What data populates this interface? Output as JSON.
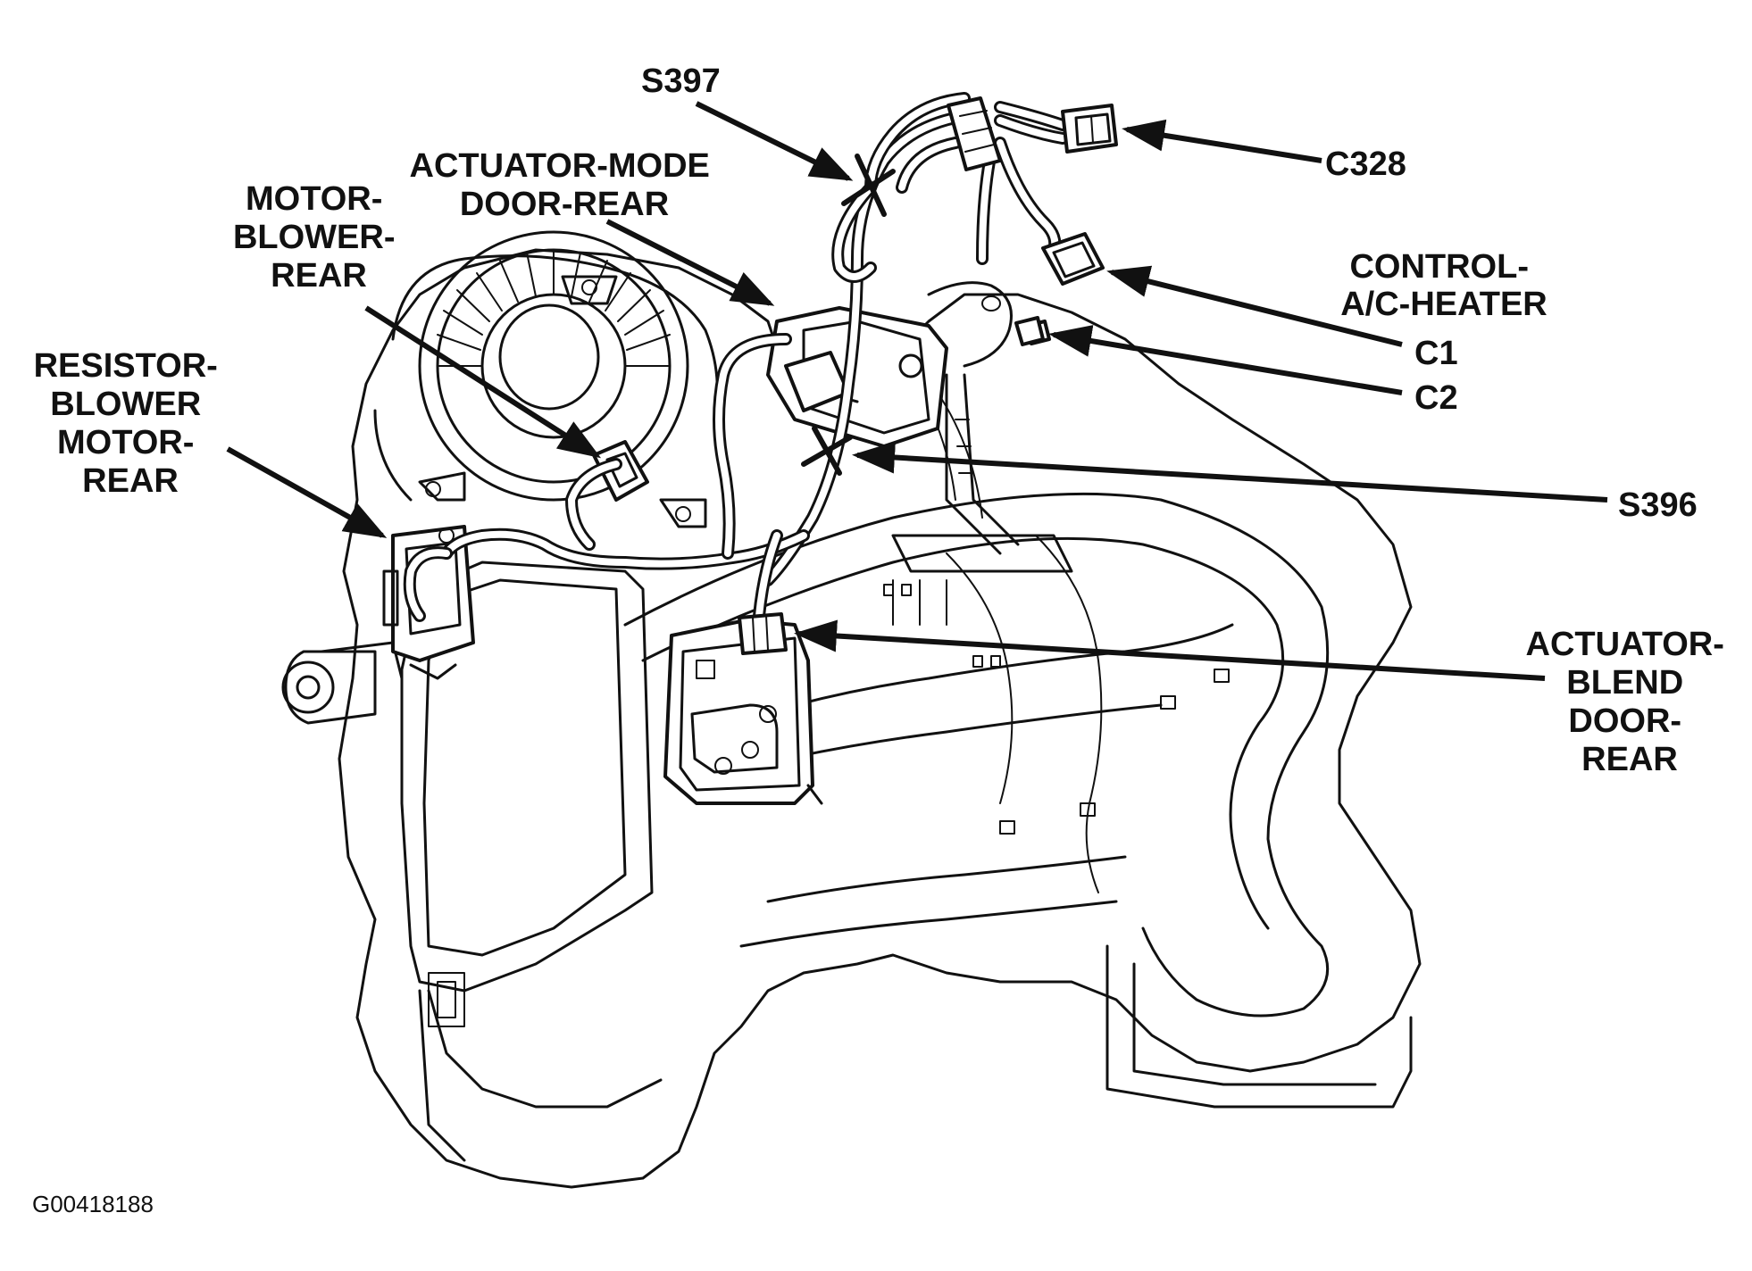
{
  "diagram": {
    "labels": {
      "s397": "S397",
      "actuator_mode_door_rear": [
        "ACTUATOR-MODE",
        "DOOR-REAR"
      ],
      "motor_blower_rear": [
        "MOTOR-",
        "BLOWER-",
        "REAR"
      ],
      "resistor_blower_motor_rear": [
        "RESISTOR-",
        "BLOWER",
        "MOTOR-",
        "REAR"
      ],
      "c328": "C328",
      "control_ac_heater": [
        "CONTROL-",
        "A/C-HEATER"
      ],
      "c1": "C1",
      "c2": "C2",
      "s396": "S396",
      "actuator_blend_door_rear": [
        "ACTUATOR-",
        "BLEND",
        "DOOR-",
        "REAR"
      ]
    },
    "figure_id": "G00418188"
  }
}
